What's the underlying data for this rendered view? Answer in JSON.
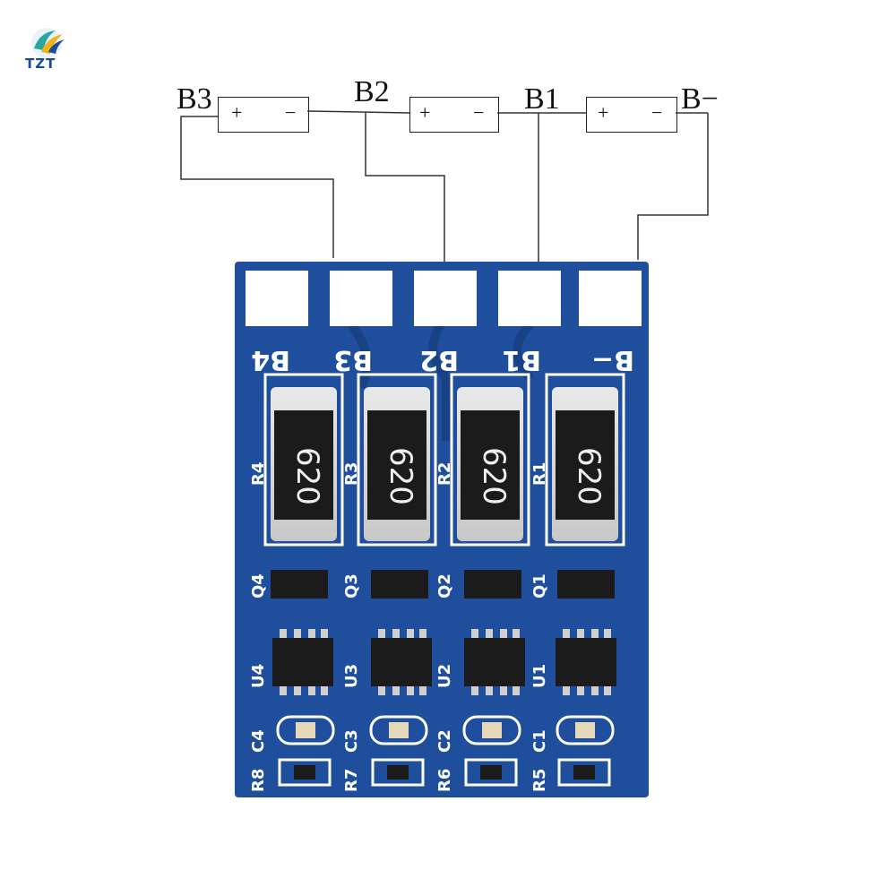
{
  "brand": {
    "name": "TZT",
    "colors": {
      "blue": "#1a4a9a",
      "teal": "#2aa6a0",
      "yellow": "#f2b21a"
    }
  },
  "battery_diagram": {
    "node_labels": [
      "B3",
      "B2",
      "B1",
      "B−"
    ],
    "cells": [
      {
        "plus": "+",
        "minus": "−"
      },
      {
        "plus": "+",
        "minus": "−"
      },
      {
        "plus": "+",
        "minus": "−"
      }
    ]
  },
  "pcb": {
    "board_color": "#1f4f9c",
    "silk_color": "#ffffff",
    "pad_labels": [
      "B4",
      "B3",
      "B2",
      "B1",
      "B−"
    ],
    "resistors": [
      {
        "designator": "R4",
        "code": "620"
      },
      {
        "designator": "R3",
        "code": "620"
      },
      {
        "designator": "R2",
        "code": "620"
      },
      {
        "designator": "R1",
        "code": "620"
      }
    ],
    "transistors": [
      "Q4",
      "Q3",
      "Q2",
      "Q1"
    ],
    "ics": [
      "U4",
      "U3",
      "U2",
      "U1"
    ],
    "capacitors": [
      "C4",
      "C3",
      "C2",
      "C1"
    ],
    "small_resistors": [
      "R8",
      "R7",
      "R6",
      "R5"
    ]
  }
}
